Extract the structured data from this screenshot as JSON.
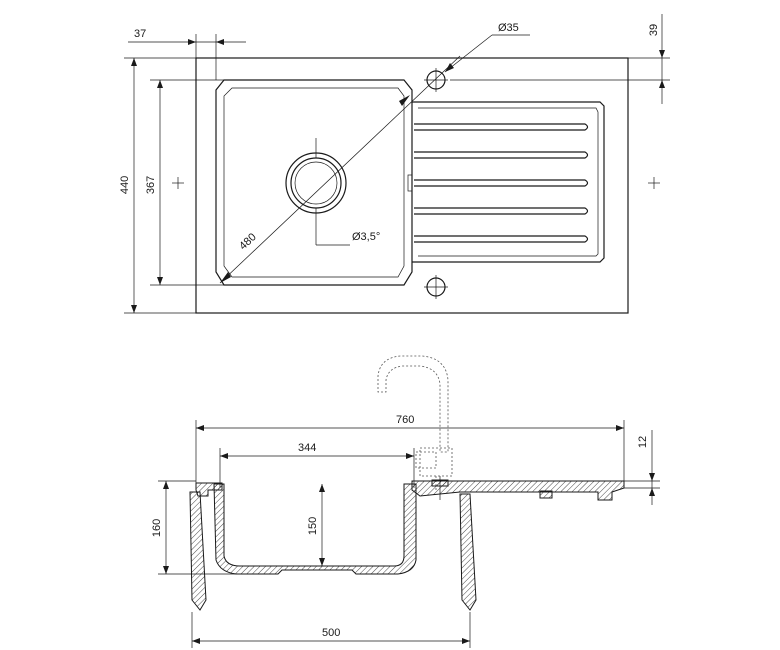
{
  "top_view": {
    "dim_flange": "37",
    "dim_hole": "Ø35",
    "dim_top_offset": "39",
    "dim_total_depth": "440",
    "dim_bowl_depth": "367",
    "dim_diagonal": "480",
    "dim_drain_angle": "Ø3,5°"
  },
  "side_view": {
    "dim_total_length": "760",
    "dim_thickness": "12",
    "dim_bowl_width": "344",
    "dim_height": "160",
    "dim_bowl_depth": "150",
    "dim_cabinet": "500"
  },
  "colors": {
    "line": "#1a1a1a",
    "dashed_tap": "#555555"
  }
}
